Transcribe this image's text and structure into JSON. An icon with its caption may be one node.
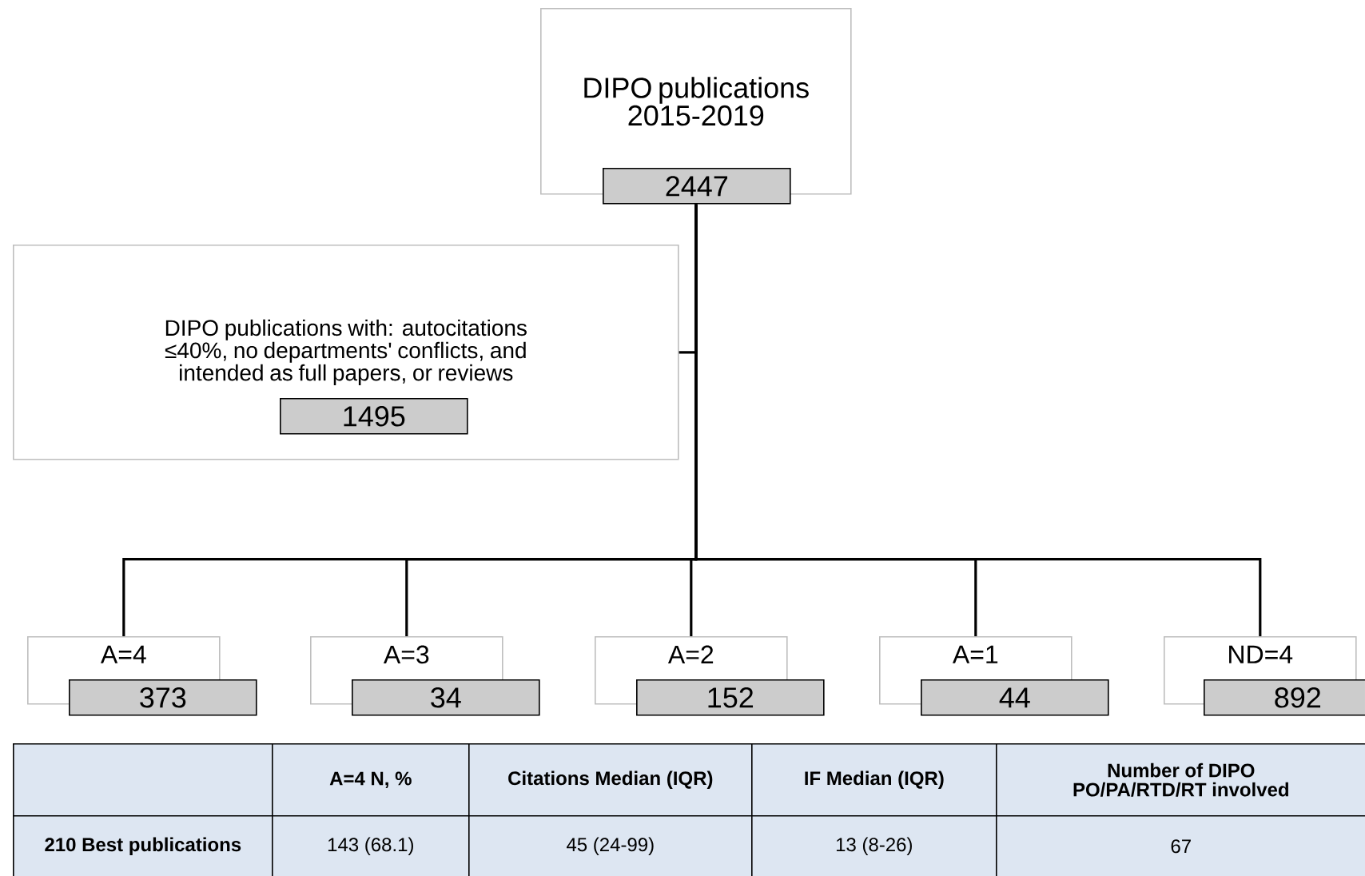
{
  "diagram": {
    "nodes": [
      {
        "text": [
          "DIPO publications 2015-2019",
          "2447"
        ]
      },
      {
        "text": [
          "DIPO publications with: autocitations ≤40%, no departments' conflicts, and intended as full papers, or reviews",
          "1495"
        ]
      },
      {
        "text": [
          "A=4",
          "373"
        ]
      },
      {
        "text": [
          "A=3",
          "34"
        ]
      },
      {
        "text": [
          "A=2",
          "152"
        ]
      },
      {
        "text": [
          "A=1",
          "44"
        ]
      },
      {
        "text": [
          "ND=4",
          "892"
        ]
      }
    ],
    "edges": [
      {
        "from": 0,
        "to": 1,
        "arrow": "none"
      },
      {
        "from": 0,
        "to": 2,
        "arrow": "none"
      },
      {
        "from": 0,
        "to": 3,
        "arrow": "none"
      },
      {
        "from": 0,
        "to": 4,
        "arrow": "none"
      },
      {
        "from": 0,
        "to": 5,
        "arrow": "none"
      },
      {
        "from": 0,
        "to": 6,
        "arrow": "none"
      }
    ],
    "labels": [
      "A=4 N, %",
      "Citations Median (IQR)",
      "IF Median (IQR)",
      "Number of DIPO PO/PA/RTD/RT involved",
      "210 Best publications",
      "143 (68.1)",
      "45 (24-99)",
      "13 (8-26)",
      "67"
    ]
  }
}
